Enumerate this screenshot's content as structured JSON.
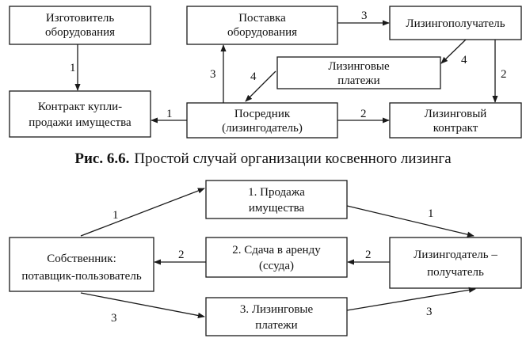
{
  "diagram1": {
    "boxes": {
      "manufacturer": [
        "Изготовитель",
        "оборудования"
      ],
      "supply": [
        "Поставка",
        "оборудования"
      ],
      "lessee": [
        "Лизингополучатель"
      ],
      "payments": [
        "Лизинговые",
        "платежи"
      ],
      "purchase_contract": [
        "Контракт купли-",
        "продажи имущества"
      ],
      "intermediary": [
        "Посредник",
        "(лизингодатель)"
      ],
      "leasing_contract": [
        "Лизинговый",
        "контракт"
      ]
    },
    "labels": {
      "manufacturer_to_contract": "1",
      "intermediary_to_contract": "1",
      "intermediary_to_supply": "3",
      "supply_to_lessee": "3",
      "lessee_to_payments": "4",
      "payments_to_intermediary": "4",
      "lessee_to_leasing_contract": "2",
      "intermediary_to_leasing_contract": "2"
    }
  },
  "caption": {
    "number": "Рис. 6.6.",
    "text": "Простой случай организации косвенного лизинга"
  },
  "diagram2": {
    "boxes": {
      "owner": [
        "Собственник:",
        "потавщик-пользователь"
      ],
      "sale": [
        "1. Продажа",
        "имущества"
      ],
      "rent": [
        "2. Сдача в аренду",
        "(ссуда)"
      ],
      "payments": [
        "3. Лизинговые",
        "платежи"
      ],
      "lessor": [
        "Лизингодатель –",
        "получатель"
      ]
    },
    "labels": {
      "owner_to_sale": "1",
      "sale_to_lessor": "1",
      "lessor_to_rent": "2",
      "rent_to_owner": "2",
      "owner_to_payments": "3",
      "payments_to_lessor": "3"
    }
  }
}
